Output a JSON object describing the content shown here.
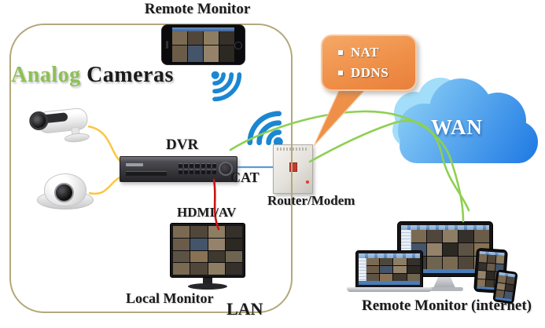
{
  "labels": {
    "remote_monitor_top": "Remote Monitor",
    "analog": "Analog",
    "cameras": "Cameras",
    "dvr": "DVR",
    "cat": "CAT",
    "hdmi_av": "HDMI/AV",
    "local_monitor": "Local Monitor",
    "lan": "LAN",
    "router_modem": "Router/Modem",
    "wan": "WAN",
    "remote_monitor_internet": "Remote Monitor (internet)"
  },
  "callout": {
    "items": [
      "NAT",
      "DDNS"
    ]
  },
  "icons": {
    "wifi": "wifi-signal-arcs",
    "cloud": "wan-cloud",
    "bullet": "square-list-bullet"
  },
  "colors": {
    "lan_border": "#b3a87a",
    "green_line": "#8ed052",
    "yellow_cable": "#fdc642",
    "red_cable": "#cc1111",
    "cat_line": "#5b9bd5",
    "wifi_blue": "#1b87d3",
    "callout_orange": "#ef9049",
    "cloud_blue_light": "#8ed1f7",
    "cloud_blue_dark": "#1e79e3",
    "analog_green": "#8dc153"
  }
}
